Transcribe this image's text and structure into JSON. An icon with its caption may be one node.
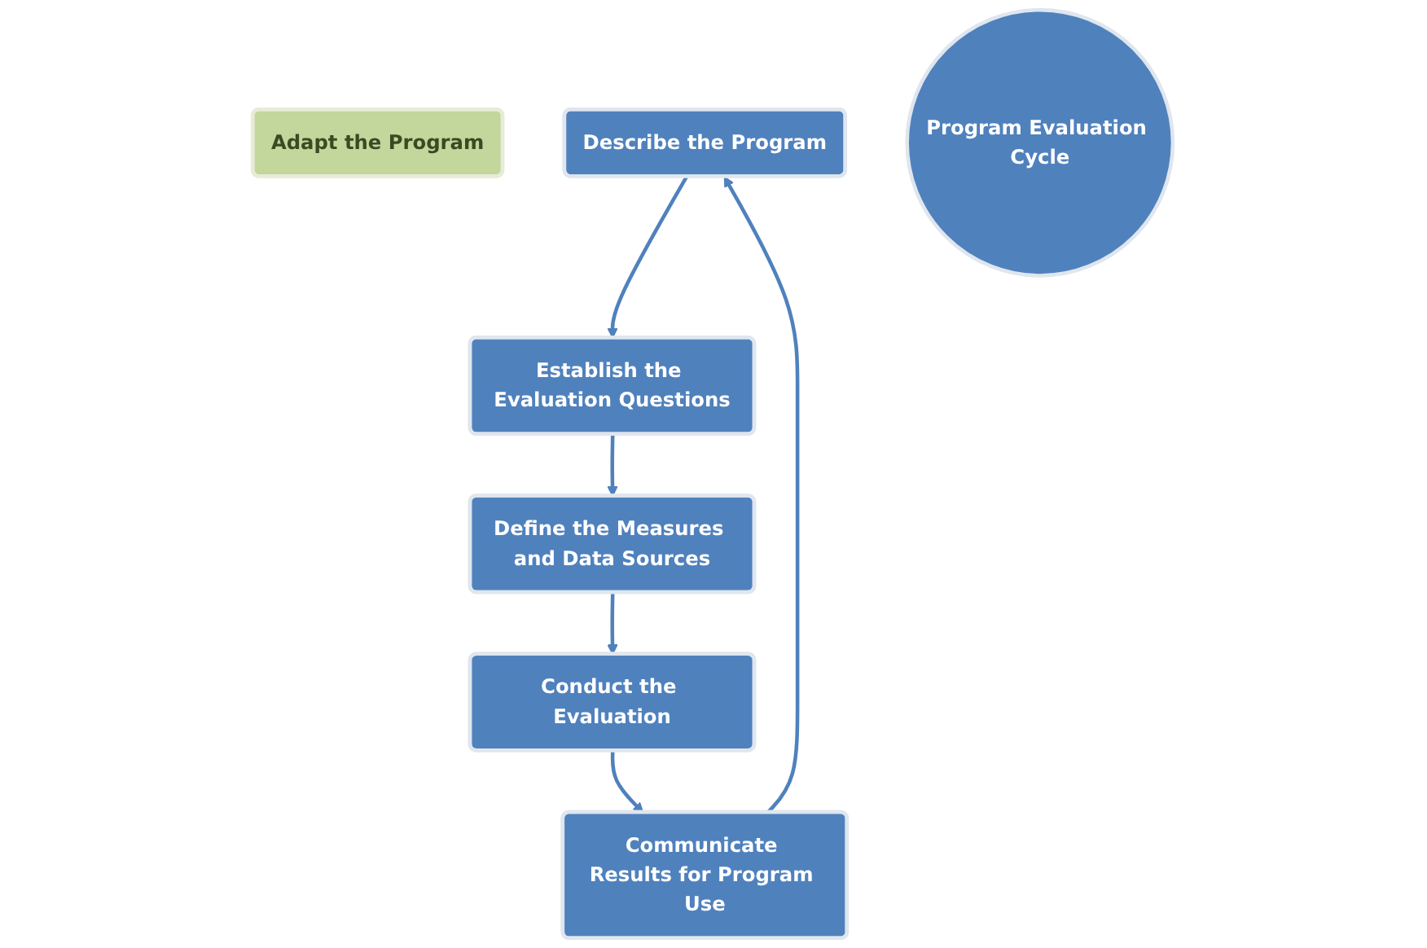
{
  "diagram": {
    "nodes": [
      {
        "text": [
          "Adapt the Program"
        ]
      },
      {
        "text": [
          "Describe the Program"
        ]
      },
      {
        "text": [
          "Establish the Evaluation Questions"
        ]
      },
      {
        "text": [
          "Define the Measures and Data Sources"
        ]
      },
      {
        "text": [
          "Conduct the Evaluation"
        ]
      },
      {
        "text": [
          "Communicate Results for Program Use"
        ]
      },
      {
        "text": [
          "Program Evaluation Cycle"
        ]
      }
    ],
    "edges": [
      {
        "from": 1,
        "to": 2,
        "arrow": "to"
      },
      {
        "from": 2,
        "to": 3,
        "arrow": "to"
      },
      {
        "from": 3,
        "to": 4,
        "arrow": "to"
      },
      {
        "from": 4,
        "to": 5,
        "arrow": "to"
      },
      {
        "from": 5,
        "to": 1,
        "arrow": "to"
      }
    ]
  }
}
